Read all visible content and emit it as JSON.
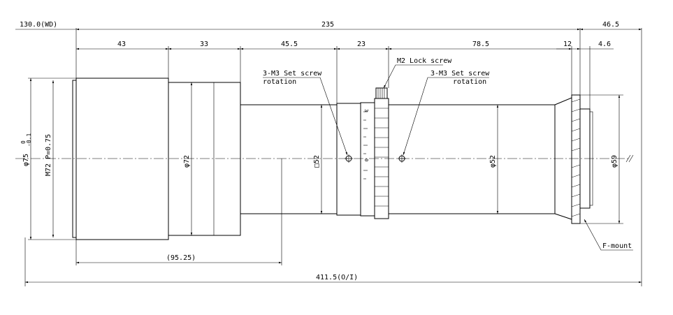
{
  "dimensions": {
    "wd": "130.0(WD)",
    "overall_top": "235",
    "right_top": "46.5",
    "seg_43": "43",
    "seg_33": "33",
    "seg_45_5": "45.5",
    "seg_23": "23",
    "seg_78_5": "78.5",
    "seg_12": "12",
    "seg_4_6": "4.6",
    "dia_75": "φ75",
    "dia_75_tol_upper": "0",
    "dia_75_tol_lower": "-0.1",
    "m72": "M72 P=0.75",
    "dia_72": "φ72",
    "sq_52": "□52",
    "dia_52": "φ52",
    "dia_59": "φ59",
    "len_95_25": "(95.25)",
    "total": "411.5(O/I)"
  },
  "notes": {
    "set_screw_left_line1": "3-M3 Set screw",
    "set_screw_left_line2": "rotation",
    "set_screw_right_line1": "3-M3 Set screw",
    "set_screw_right_line2": "rotation",
    "lock_screw": "M2 Lock screw",
    "mount": "F-mount"
  },
  "scale": {
    "mark_3": "3",
    "mark_0": "0"
  }
}
